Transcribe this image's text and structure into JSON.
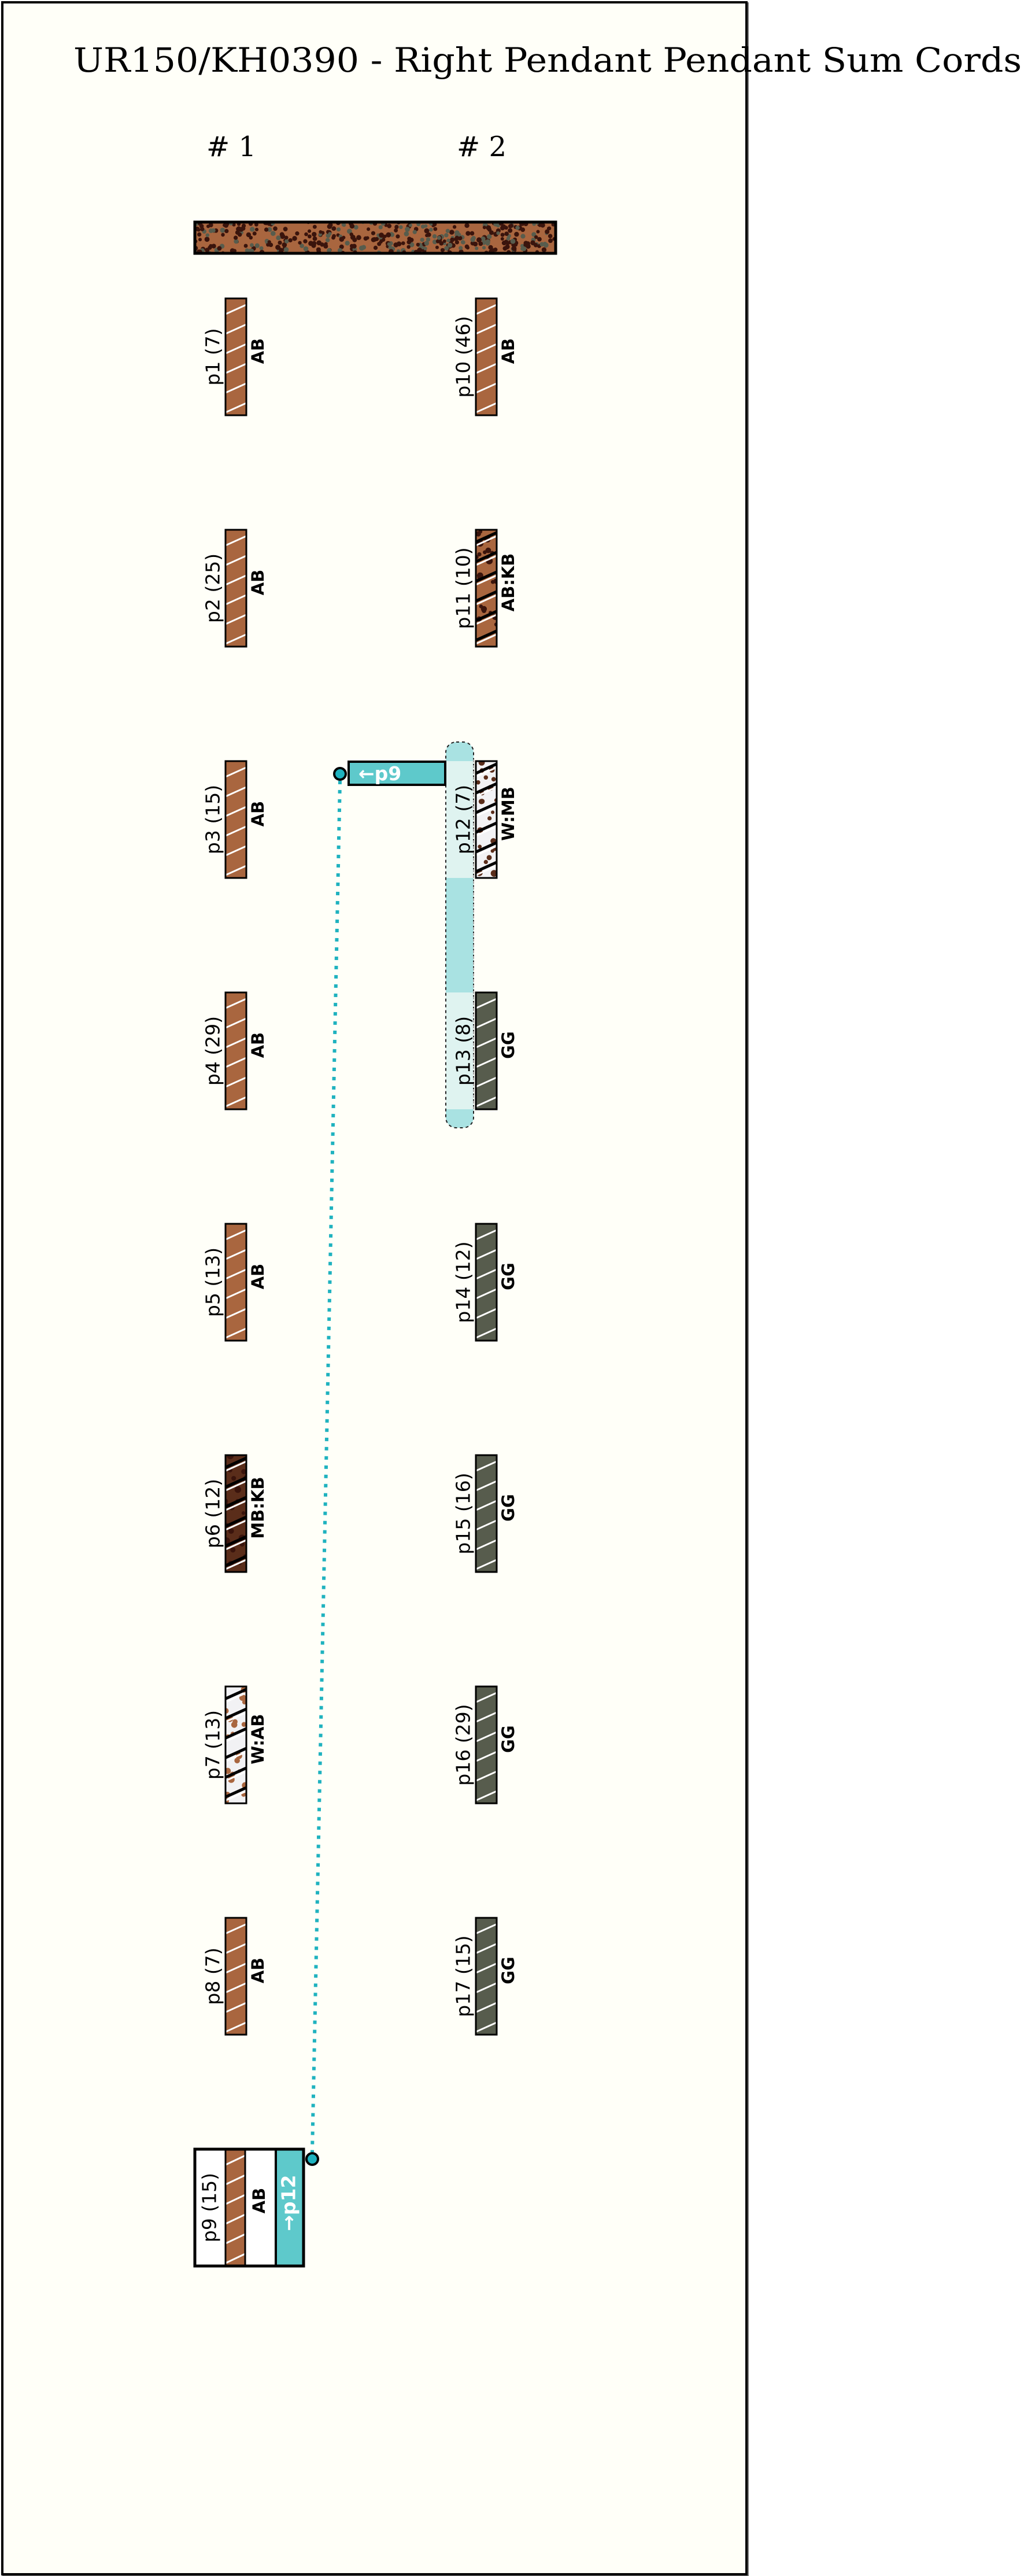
{
  "title": "UR150/KH0390 - Right Pendant Pendant Sum Cords",
  "colors": {
    "background": "#fffff8",
    "frame": "#000000",
    "AB": "#a9663f",
    "MB": "#5a2d1a",
    "KB": "#3a140c",
    "W": "#f2f2f4",
    "GG": "#575c4d",
    "link": "#5ec9cb",
    "link_dot": "#1fb2bf",
    "group_dark": "#a9e2e2",
    "group_light": "#dff3f0"
  },
  "columns": [
    {
      "label": "# 1"
    },
    {
      "label": "# 2"
    }
  ],
  "primary_cord": {
    "color": "AB",
    "speckles": [
      "KB",
      "GG"
    ]
  },
  "pendants": [
    {
      "id": "p1",
      "count": 7,
      "label": "p1 (7)",
      "color_code": "AB",
      "column": 1,
      "row": 0
    },
    {
      "id": "p2",
      "count": 25,
      "label": "p2 (25)",
      "color_code": "AB",
      "column": 1,
      "row": 1
    },
    {
      "id": "p3",
      "count": 15,
      "label": "p3 (15)",
      "color_code": "AB",
      "column": 1,
      "row": 2
    },
    {
      "id": "p4",
      "count": 29,
      "label": "p4 (29)",
      "color_code": "AB",
      "column": 1,
      "row": 3
    },
    {
      "id": "p5",
      "count": 13,
      "label": "p5 (13)",
      "color_code": "AB",
      "column": 1,
      "row": 4
    },
    {
      "id": "p6",
      "count": 12,
      "label": "p6 (12)",
      "color_code": "MB:KB",
      "column": 1,
      "row": 5
    },
    {
      "id": "p7",
      "count": 13,
      "label": "p7 (13)",
      "color_code": "W:AB",
      "column": 1,
      "row": 6
    },
    {
      "id": "p8",
      "count": 7,
      "label": "p8 (7)",
      "color_code": "AB",
      "column": 1,
      "row": 7
    },
    {
      "id": "p10",
      "count": 46,
      "label": "p10 (46)",
      "color_code": "AB",
      "column": 2,
      "row": 0
    },
    {
      "id": "p11",
      "count": 10,
      "label": "p11 (10)",
      "color_code": "AB:KB",
      "column": 2,
      "row": 1
    },
    {
      "id": "p12",
      "count": 7,
      "label": "p12 (7)",
      "color_code": "W:MB",
      "column": 2,
      "row": 2
    },
    {
      "id": "p13",
      "count": 8,
      "label": "p13 (8)",
      "color_code": "GG",
      "column": 2,
      "row": 3
    },
    {
      "id": "p14",
      "count": 12,
      "label": "p14 (12)",
      "color_code": "GG",
      "column": 2,
      "row": 4
    },
    {
      "id": "p15",
      "count": 16,
      "label": "p15 (16)",
      "color_code": "GG",
      "column": 2,
      "row": 5
    },
    {
      "id": "p16",
      "count": 29,
      "label": "p16 (29)",
      "color_code": "GG",
      "column": 2,
      "row": 6
    },
    {
      "id": "p17",
      "count": 15,
      "label": "p17 (15)",
      "color_code": "GG",
      "column": 2,
      "row": 7
    }
  ],
  "sum_group": {
    "members": [
      "p12",
      "p13"
    ]
  },
  "sum_cord": {
    "id": "p9",
    "count": 15,
    "label": "p9 (15)",
    "color_code": "AB",
    "link_label": "→p12"
  },
  "link_to_sum": {
    "from": "p12",
    "to": "p9",
    "label": "←p9"
  }
}
